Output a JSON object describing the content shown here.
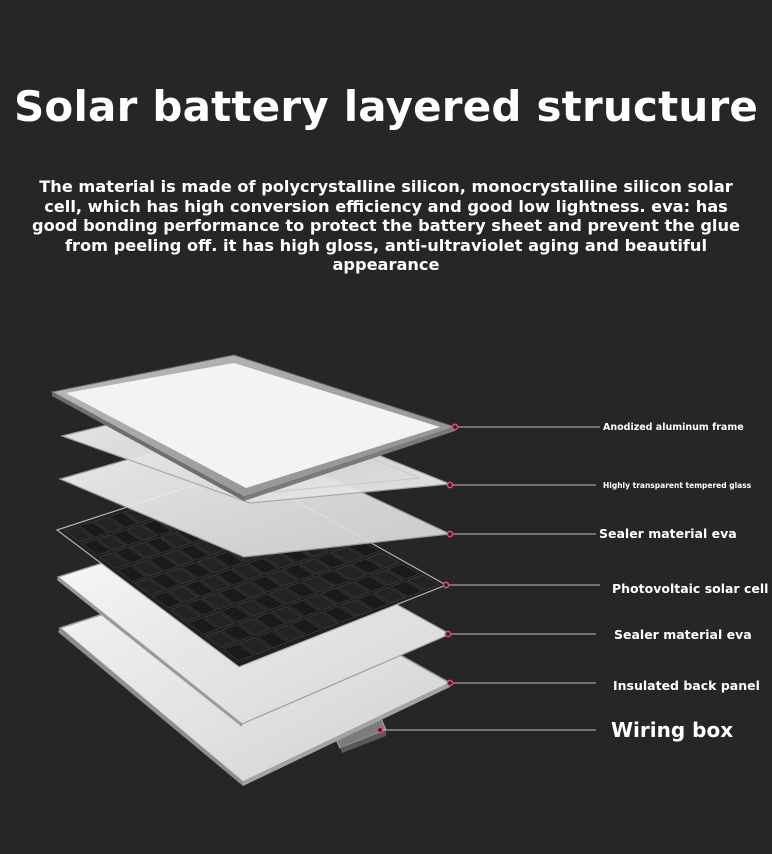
{
  "title": "Solar battery layered structure",
  "description": "The material is made of polycrystalline silicon, monocrystalline silicon solar cell, which has high conversion efficiency and good low lightness. eva: has good bonding performance to protect the battery sheet and prevent the glue from peeling off. it has high gloss, anti-ultraviolet aging and beautiful appearance",
  "layers": [
    {
      "label": "Anodized aluminum frame"
    },
    {
      "label": "Highly transparent tempered glass"
    },
    {
      "label": "Sealer material eva"
    },
    {
      "label": "Photovoltaic solar cell"
    },
    {
      "label": "Sealer material eva"
    },
    {
      "label": "Insulated back panel"
    },
    {
      "label": "Wiring box"
    }
  ],
  "colors": {
    "background": "#262626",
    "text": "#ffffff",
    "marker": "#e0506e",
    "leader_line": "#bdbdbd",
    "panel_light": "#efefef",
    "panel_mid": "#d2d2d2",
    "frame": "#9a9a9a",
    "cell": "#1d1d1d"
  }
}
